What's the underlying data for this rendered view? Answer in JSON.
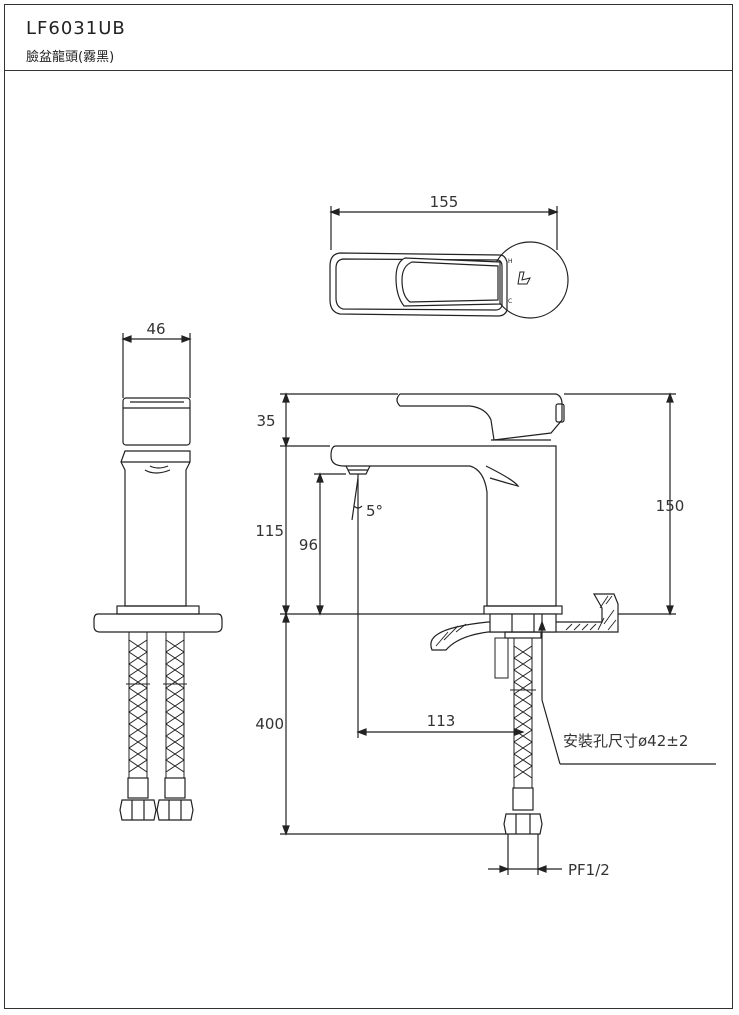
{
  "header": {
    "model": "LF6031UB",
    "description": "臉盆龍頭(霧黑)"
  },
  "dimensions": {
    "top_width": "155",
    "side_width": "46",
    "handle_height": "35",
    "spout_height": "115",
    "outlet_height": "96",
    "spout_angle": "5°",
    "total_height": "150",
    "hose_length": "400",
    "spout_reach": "113",
    "install_hole": "安裝孔尺寸ø42±2",
    "thread": "PF1/2"
  },
  "markings": {
    "hot": "H",
    "cold": "C"
  }
}
